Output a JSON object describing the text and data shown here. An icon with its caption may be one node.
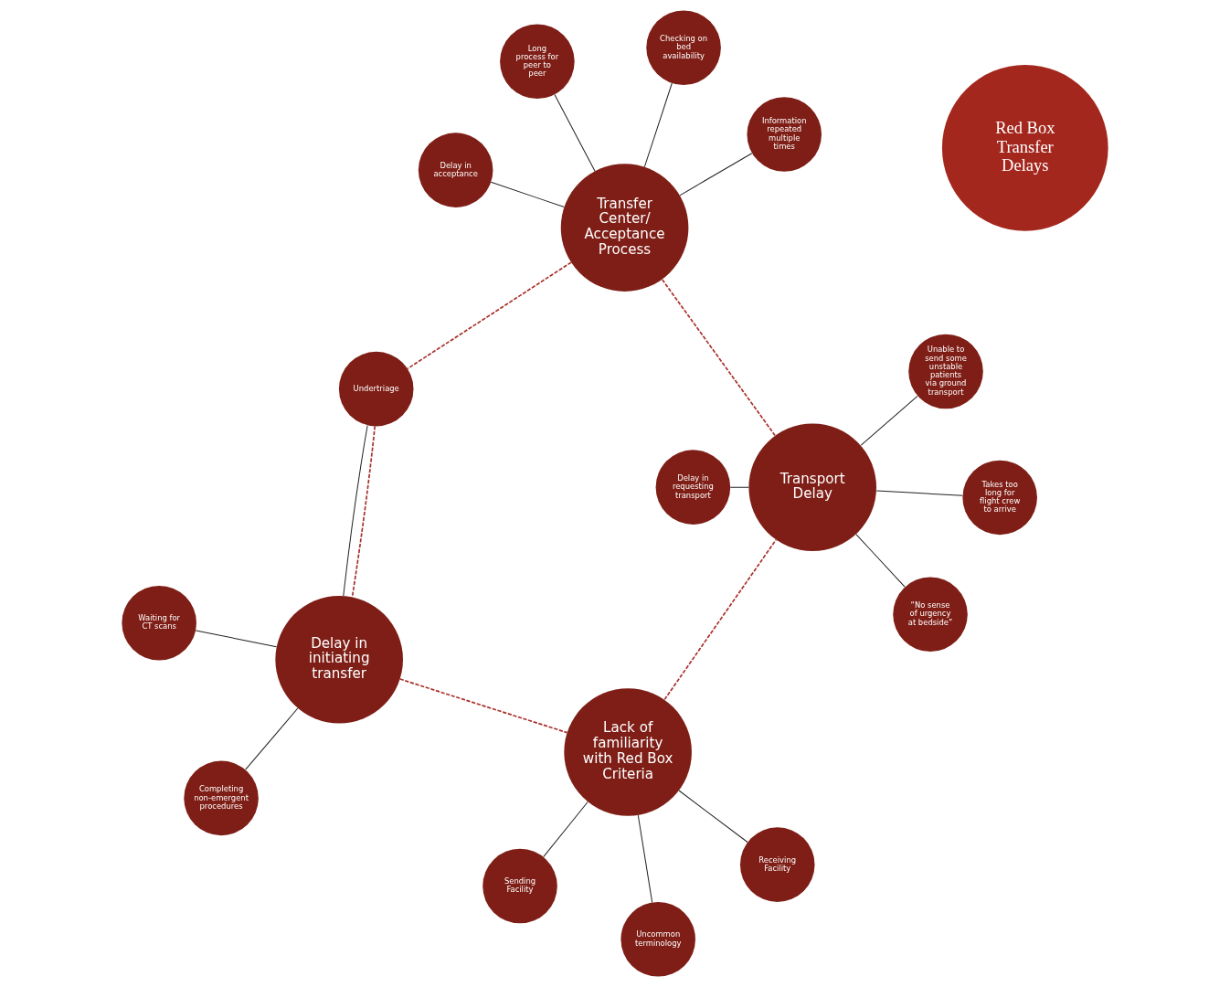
{
  "diagram": {
    "nodes": [
      {
        "text": [
          "Red Box Transfer Delays"
        ]
      },
      {
        "text": [
          "Delay in initiating transfer"
        ]
      },
      {
        "text": [
          "Lack of familiarity with Red Box Criteria"
        ]
      },
      {
        "text": [
          "Transport Delay"
        ]
      },
      {
        "text": [
          "Transfer Center/ Acceptance Process"
        ]
      },
      {
        "text": [
          "Waiting for CT scans"
        ]
      },
      {
        "text": [
          "Undertriage"
        ]
      },
      {
        "text": [
          "Completing non-emergent procedures"
        ]
      },
      {
        "text": [
          "Receiving Facility"
        ]
      },
      {
        "text": [
          "Sending Facility"
        ]
      },
      {
        "text": [
          "Uncommon terminology"
        ]
      },
      {
        "text": [
          "“No sense of urgency at bedside”"
        ]
      },
      {
        "text": [
          "Delay in requesting transport"
        ]
      },
      {
        "text": [
          "Takes too long for flight crew to arrive"
        ]
      },
      {
        "text": [
          "Unable to send some unstable patients via ground transport"
        ]
      },
      {
        "text": [
          "Long process for peer to peer"
        ]
      },
      {
        "text": [
          "Checking on bed availability"
        ]
      },
      {
        "text": [
          "Information repeated multiple times"
        ]
      },
      {
        "text": [
          "Delay in acceptance"
        ]
      }
    ],
    "edges": [
      {
        "from": 1,
        "to": 5,
        "arrow": "none"
      },
      {
        "from": 1,
        "to": 6,
        "arrow": "none"
      },
      {
        "from": 1,
        "to": 7,
        "arrow": "none"
      },
      {
        "from": 2,
        "to": 8,
        "arrow": "none"
      },
      {
        "from": 2,
        "to": 9,
        "arrow": "none"
      },
      {
        "from": 2,
        "to": 10,
        "arrow": "none"
      },
      {
        "from": 3,
        "to": 11,
        "arrow": "none"
      },
      {
        "from": 3,
        "to": 12,
        "arrow": "none"
      },
      {
        "from": 3,
        "to": 13,
        "arrow": "none"
      },
      {
        "from": 3,
        "to": 14,
        "arrow": "none"
      },
      {
        "from": 4,
        "to": 15,
        "arrow": "none"
      },
      {
        "from": 4,
        "to": 16,
        "arrow": "none"
      },
      {
        "from": 4,
        "to": 17,
        "arrow": "none"
      },
      {
        "from": 4,
        "to": 18,
        "arrow": "none"
      },
      {
        "from": 1,
        "to": 2,
        "arrow": "none",
        "style": "dashed",
        "color": "#a8302a"
      },
      {
        "from": 2,
        "to": 3,
        "arrow": "none",
        "style": "dashed",
        "color": "#a8302a"
      },
      {
        "from": 3,
        "to": 4,
        "arrow": "none",
        "style": "dashed",
        "color": "#a8302a"
      },
      {
        "from": 4,
        "to": 6,
        "arrow": "none",
        "style": "dashed",
        "color": "#a8302a"
      },
      {
        "from": 6,
        "to": 1,
        "arrow": "none",
        "style": "dashed",
        "color": "#a8302a"
      }
    ]
  }
}
